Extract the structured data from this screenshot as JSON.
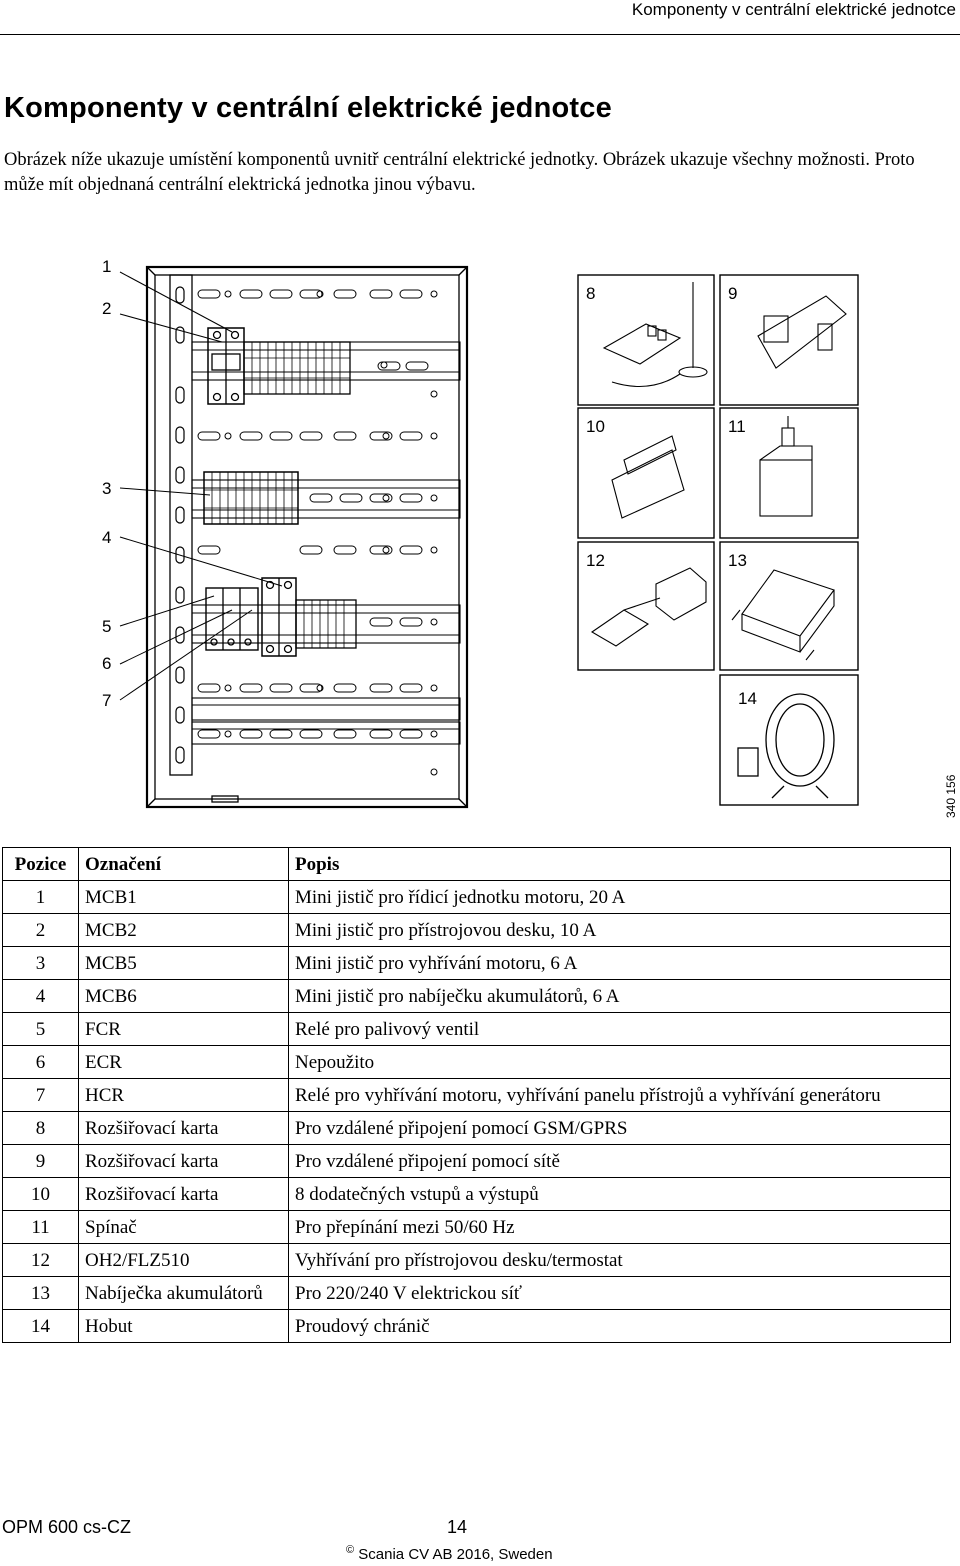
{
  "header": {
    "running_title": "Komponenty v centrální elektrické jednotce"
  },
  "page_title": "Komponenty v centrální elektrické jednotce",
  "intro": "Obrázek níže ukazuje umístění komponentů uvnitř centrální elektrické jednotky. Obrázek ukazuje všechny možnosti. Proto může mít objednaná centrální elektrická jednotka jinou výbavu.",
  "figure": {
    "callouts": [
      "1",
      "2",
      "3",
      "4",
      "5",
      "6",
      "7",
      "8",
      "9",
      "10",
      "11",
      "12",
      "13",
      "14"
    ],
    "figure_id": "340 156"
  },
  "table": {
    "headers": {
      "position": "Pozice",
      "designation": "Označení",
      "description": "Popis"
    },
    "rows": [
      {
        "pos": "1",
        "designation": "MCB1",
        "description": "Mini jistič pro řídicí jednotku motoru, 20 A"
      },
      {
        "pos": "2",
        "designation": "MCB2",
        "description": "Mini jistič pro přístrojovou desku, 10 A"
      },
      {
        "pos": "3",
        "designation": "MCB5",
        "description": "Mini jistič pro vyhřívání motoru, 6 A"
      },
      {
        "pos": "4",
        "designation": "MCB6",
        "description": "Mini jistič pro nabíječku akumulátorů, 6 A"
      },
      {
        "pos": "5",
        "designation": "FCR",
        "description": "Relé pro palivový ventil"
      },
      {
        "pos": "6",
        "designation": "ECR",
        "description": "Nepoužito"
      },
      {
        "pos": "7",
        "designation": "HCR",
        "description": "Relé pro vyhřívání motoru, vyhřívání panelu přístrojů a vyhřívání generátoru"
      },
      {
        "pos": "8",
        "designation": "Rozšiřovací karta",
        "description": "Pro vzdálené připojení pomocí GSM/GPRS"
      },
      {
        "pos": "9",
        "designation": "Rozšiřovací karta",
        "description": "Pro vzdálené připojení pomocí sítě"
      },
      {
        "pos": "10",
        "designation": "Rozšiřovací karta",
        "description": "8 dodatečných vstupů a výstupů"
      },
      {
        "pos": "11",
        "designation": "Spínač",
        "description": "Pro přepínání mezi 50/60 Hz"
      },
      {
        "pos": "12",
        "designation": "OH2/FLZ510",
        "description": "Vyhřívání pro přístrojovou desku/termostat"
      },
      {
        "pos": "13",
        "designation": "Nabíječka akumulátorů",
        "description": "Pro 220/240 V elektrickou síť"
      },
      {
        "pos": "14",
        "designation": "Hobut",
        "description": "Proudový chránič"
      }
    ]
  },
  "footer": {
    "doc_id": "OPM 600 cs-CZ",
    "page_number": "14",
    "copyright_symbol": "©",
    "copyright": "Scania CV AB 2016, Sweden"
  }
}
